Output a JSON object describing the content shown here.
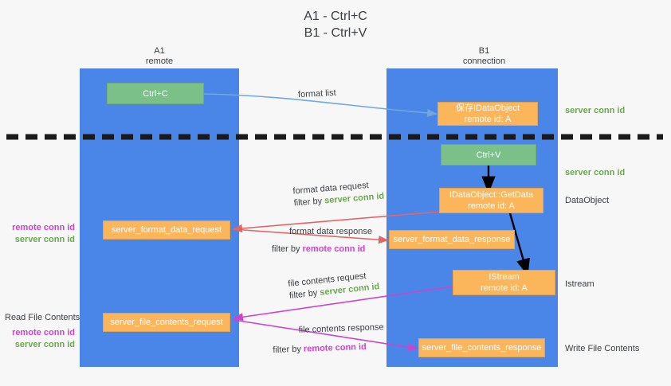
{
  "title": {
    "line1": "A1 - Ctrl+C",
    "line2": "B1 - Ctrl+V"
  },
  "colors": {
    "lane": "#4a86e8",
    "node_green": "#7bc089",
    "node_orange": "#fbb55b",
    "text_green": "#6aa84f",
    "text_magenta": "#cc44cc",
    "arrow_blue": "#6fa8dc",
    "arrow_red": "#e06666",
    "arrow_magenta": "#cc44cc",
    "arrow_black": "#000000",
    "background": "#f7f7f7"
  },
  "lanes": [
    {
      "id": "a1",
      "title": "A1",
      "subtitle": "remote"
    },
    {
      "id": "b1",
      "title": "B1",
      "subtitle": "connection"
    }
  ],
  "nodes": [
    {
      "id": "ctrl-c",
      "kind": "green",
      "line1": "Ctrl+C",
      "line2": ""
    },
    {
      "id": "save-idataobject",
      "kind": "orange",
      "line1": "保存IDataObject",
      "line2": "remote id: A"
    },
    {
      "id": "ctrl-v",
      "kind": "green",
      "line1": "Ctrl+V",
      "line2": ""
    },
    {
      "id": "getdata",
      "kind": "orange",
      "line1": "IDataObject::GetData",
      "line2": "remote id: A"
    },
    {
      "id": "server-format-data-request",
      "kind": "orange",
      "line1": "server_format_data_request",
      "line2": ""
    },
    {
      "id": "server-format-data-response",
      "kind": "orange",
      "line1": "server_format_data_response",
      "line2": ""
    },
    {
      "id": "istream",
      "kind": "orange",
      "line1": "IStream",
      "line2": "remote id: A"
    },
    {
      "id": "server-file-contents-request",
      "kind": "orange",
      "line1": "server_file_contents_request",
      "line2": ""
    },
    {
      "id": "server-file-contents-response",
      "kind": "orange",
      "line1": "server_file_contents_response",
      "line2": ""
    }
  ],
  "edge_labels": {
    "format_list": "format list",
    "format_data_request": "format data request",
    "format_data_request_filter_prefix": "filter by ",
    "format_data_request_filter_value": "server conn id",
    "format_data_response": "format data response",
    "format_data_response_filter_prefix": "filter by ",
    "format_data_response_filter_value": "remote conn id",
    "file_contents_request": "file contents request",
    "file_contents_request_filter_prefix": "filter by ",
    "file_contents_request_filter_value": "server conn id",
    "file_contents_response": "file contents response",
    "file_contents_response_filter_prefix": "filter by ",
    "file_contents_response_filter_value": "remote conn id"
  },
  "right_labels": {
    "server_conn_id_top": "server conn id",
    "server_conn_id_mid": "server conn id",
    "dataobject": "DataObject",
    "istream": "Istream",
    "write_file_contents": "Write File Contents"
  },
  "left_labels": {
    "remote_conn_id_upper": "remote conn id",
    "server_conn_id_upper": "server conn id",
    "read_file_contents": "Read File Contents",
    "remote_conn_id_lower": "remote conn id",
    "server_conn_id_lower": "server conn id"
  }
}
